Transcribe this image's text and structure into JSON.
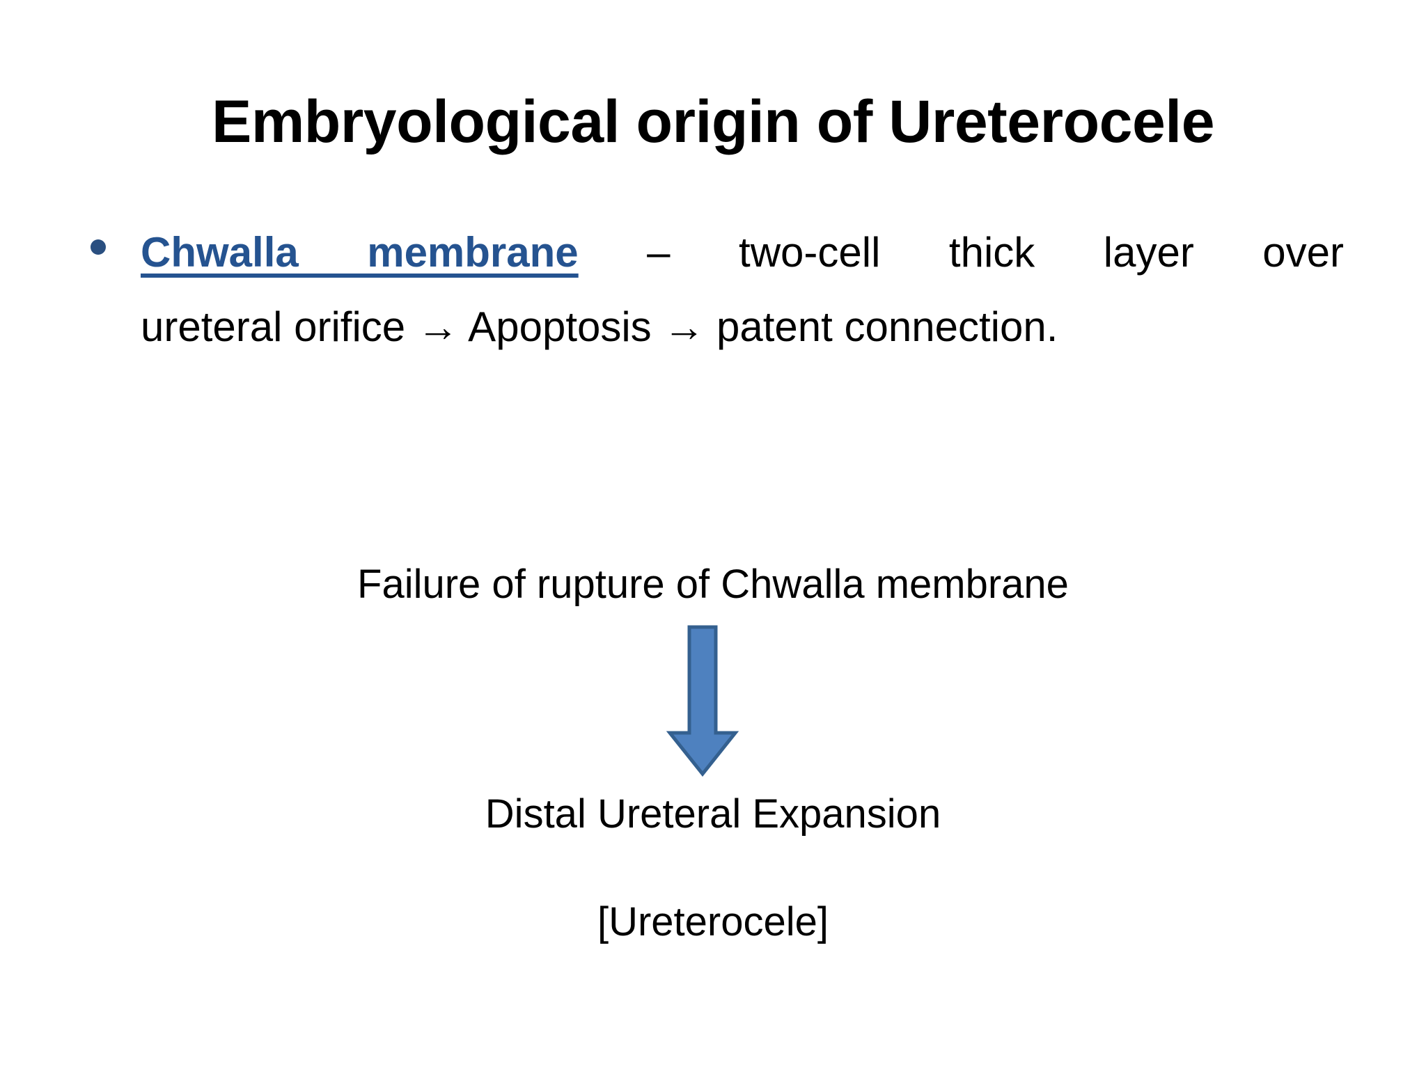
{
  "slide": {
    "title": "Embryological origin of Ureterocele",
    "background_color": "#FFFFFF",
    "text_color": "#000000",
    "accent_color": "#255390"
  },
  "bullets": [
    {
      "marker": "bullet-dot",
      "term": "Chwalla membrane",
      "line1_rest": " –  two-cell  thick  layer  over",
      "line2": "ureteral orifice → Apoptosis → patent connection."
    }
  ],
  "flow": {
    "step1": "Failure of rupture of Chwalla membrane",
    "arrow": {
      "name": "down-arrow",
      "fill": "#4E81BF",
      "stroke": "#34608F"
    },
    "step2": "Distal Ureteral Expansion",
    "step3": "[Ureterocele]"
  }
}
